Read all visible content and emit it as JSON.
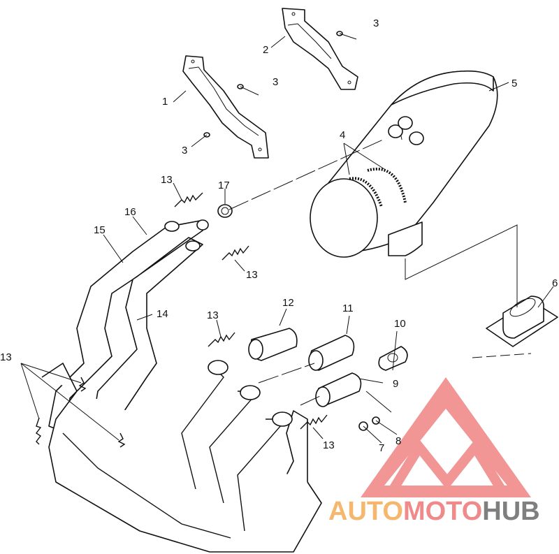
{
  "watermark": {
    "brand_part1": "AUTO",
    "brand_part2": "MOTO",
    "brand_part3": "HUB",
    "colors": {
      "auto": "#f5b66e",
      "moto": "#f08a8a",
      "hub": "#7f7f7f",
      "triangle": "#f08a8a"
    }
  },
  "callouts": {
    "c1": "1",
    "c2": "2",
    "c3a": "3",
    "c3b": "3",
    "c3c": "3",
    "c4": "4",
    "c5": "5",
    "c6": "6",
    "c7": "7",
    "c8": "8",
    "c9": "9",
    "c10": "10",
    "c11": "11",
    "c12": "12",
    "c13a": "13",
    "c13b": "13",
    "c13c": "13",
    "c13d": "13",
    "c13e": "13",
    "c14": "14",
    "c15": "15",
    "c16": "16",
    "c17": "17"
  }
}
